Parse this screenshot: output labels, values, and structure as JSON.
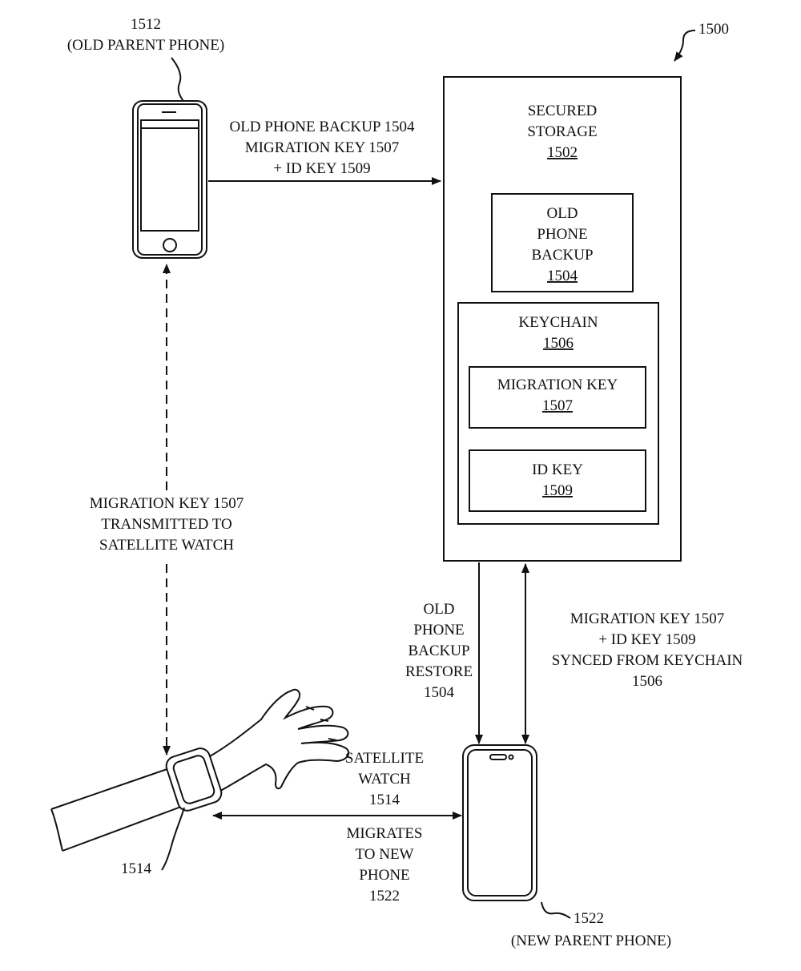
{
  "figure_ref": "1500",
  "old_phone": {
    "ref": "1512",
    "caption": "(OLD PARENT PHONE)"
  },
  "new_phone": {
    "ref": "1522",
    "caption": "(NEW PARENT PHONE)"
  },
  "watch_ref": "1514",
  "upload_label": [
    "OLD PHONE BACKUP 1504",
    "MIGRATION KEY 1507",
    "+ ID KEY 1509"
  ],
  "secured_storage": {
    "line1": "SECURED",
    "line2": "STORAGE",
    "ref": "1502"
  },
  "old_phone_backup_box": {
    "line1": "OLD",
    "line2": "PHONE",
    "line3": "BACKUP",
    "ref": "1504"
  },
  "keychain_box": {
    "label": "KEYCHAIN",
    "ref": "1506"
  },
  "migration_key_box": {
    "label": "MIGRATION KEY",
    "ref": "1507"
  },
  "id_key_box": {
    "label": "ID KEY",
    "ref": "1509"
  },
  "watch_transmit_label": [
    "MIGRATION KEY 1507",
    "TRANSMITTED TO",
    "SATELLITE WATCH"
  ],
  "restore_label": [
    "OLD",
    "PHONE",
    "BACKUP",
    "RESTORE",
    "1504"
  ],
  "sync_label": [
    "MIGRATION KEY 1507",
    "+ ID KEY 1509",
    "SYNCED FROM KEYCHAIN",
    "1506"
  ],
  "satellite_watch_label": [
    "SATELLITE",
    "WATCH",
    "1514"
  ],
  "migrates_label": [
    "MIGRATES",
    "TO NEW",
    "PHONE",
    "1522"
  ]
}
